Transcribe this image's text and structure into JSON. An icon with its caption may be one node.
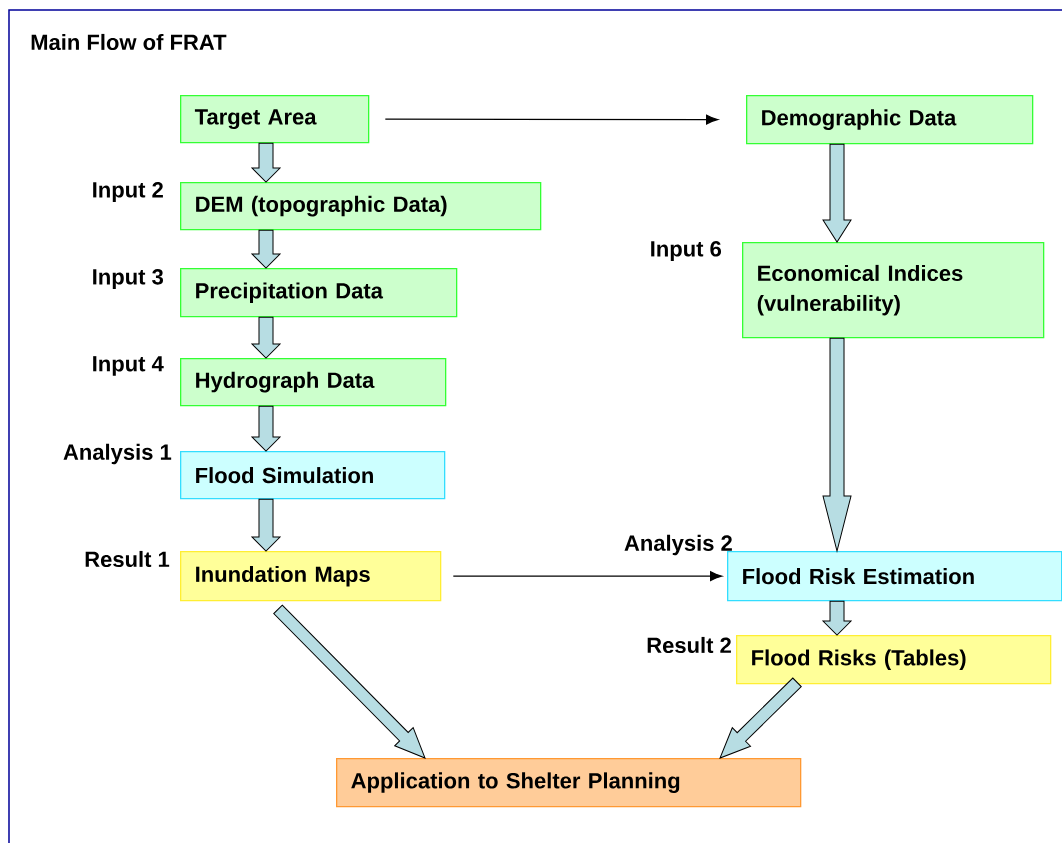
{
  "diagram": {
    "title": "Main Flow of FRAT",
    "nodes": [
      {
        "text": [
          "Target Area"
        ]
      },
      {
        "text": [
          "DEM (topographic Data)"
        ],
        "beside": [
          "Input 2"
        ]
      },
      {
        "text": [
          "Precipitation Data"
        ],
        "beside": [
          "Input 3"
        ]
      },
      {
        "text": [
          "Hydrograph Data"
        ],
        "beside": [
          "Input 4"
        ]
      },
      {
        "text": [
          "Flood Simulation"
        ],
        "beside": [
          "Analysis 1"
        ]
      },
      {
        "text": [
          "Inundation Maps"
        ],
        "beside": [
          "Result 1"
        ]
      },
      {
        "text": [
          "Demographic Data"
        ]
      },
      {
        "text": [
          "Economical Indices (vulnerability)"
        ],
        "beside": [
          "Input 6"
        ]
      },
      {
        "text": [
          "Flood Risk Estimation"
        ],
        "beside": [
          "Analysis 2"
        ]
      },
      {
        "text": [
          "Flood Risks (Tables)"
        ],
        "beside": [
          "Result 2"
        ]
      },
      {
        "text": [
          "Application to Shelter Planning"
        ]
      }
    ],
    "edges": [
      {
        "from": 0,
        "to": 1,
        "arrow": "to",
        "style": "thick"
      },
      {
        "from": 1,
        "to": 2,
        "arrow": "to",
        "style": "thick"
      },
      {
        "from": 2,
        "to": 3,
        "arrow": "to",
        "style": "thick"
      },
      {
        "from": 3,
        "to": 4,
        "arrow": "to",
        "style": "thick"
      },
      {
        "from": 4,
        "to": 5,
        "arrow": "to",
        "style": "thick"
      },
      {
        "from": 0,
        "to": 6,
        "arrow": "to"
      },
      {
        "from": 6,
        "to": 7,
        "arrow": "to",
        "style": "thick"
      },
      {
        "from": 7,
        "to": 8,
        "arrow": "to",
        "style": "thick"
      },
      {
        "from": 5,
        "to": 8,
        "arrow": "to"
      },
      {
        "from": 8,
        "to": 9,
        "arrow": "to",
        "style": "thick"
      },
      {
        "from": 5,
        "to": 10,
        "arrow": "to",
        "style": "thick"
      },
      {
        "from": 9,
        "to": 10,
        "arrow": "to",
        "style": "thick"
      }
    ]
  }
}
